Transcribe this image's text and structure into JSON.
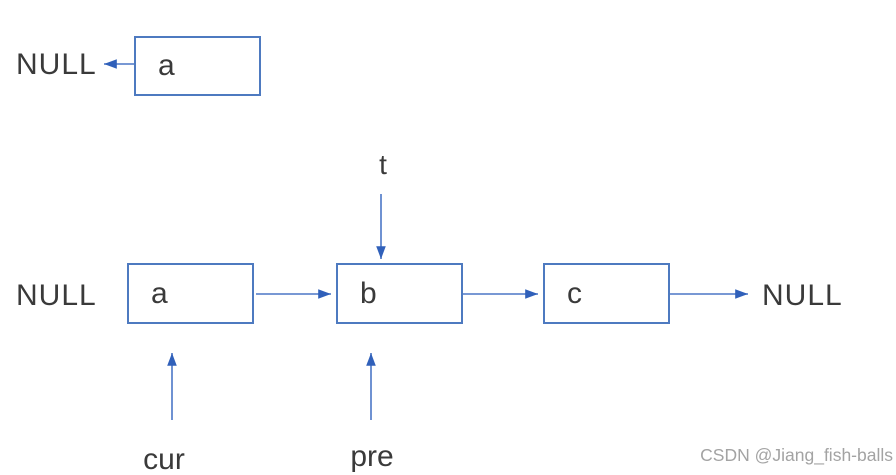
{
  "top_row": {
    "null_label": "NULL",
    "node_label": "a"
  },
  "main_row": {
    "left_null_label": "NULL",
    "nodes": [
      "a",
      "b",
      "c"
    ],
    "right_null_label": "NULL"
  },
  "pointer_labels": {
    "t": "t",
    "cur": "cur",
    "pre": "pre"
  },
  "watermark": {
    "text": "CSDN @Jiang_fish-balls"
  },
  "colors": {
    "background": "#ffffff",
    "box_border": "#4e7ac0",
    "arrow_line": "#4b77c6",
    "arrow_head": "#3060ba",
    "text": "#3a3a3a",
    "watermark_text": "#a3a3a3"
  }
}
